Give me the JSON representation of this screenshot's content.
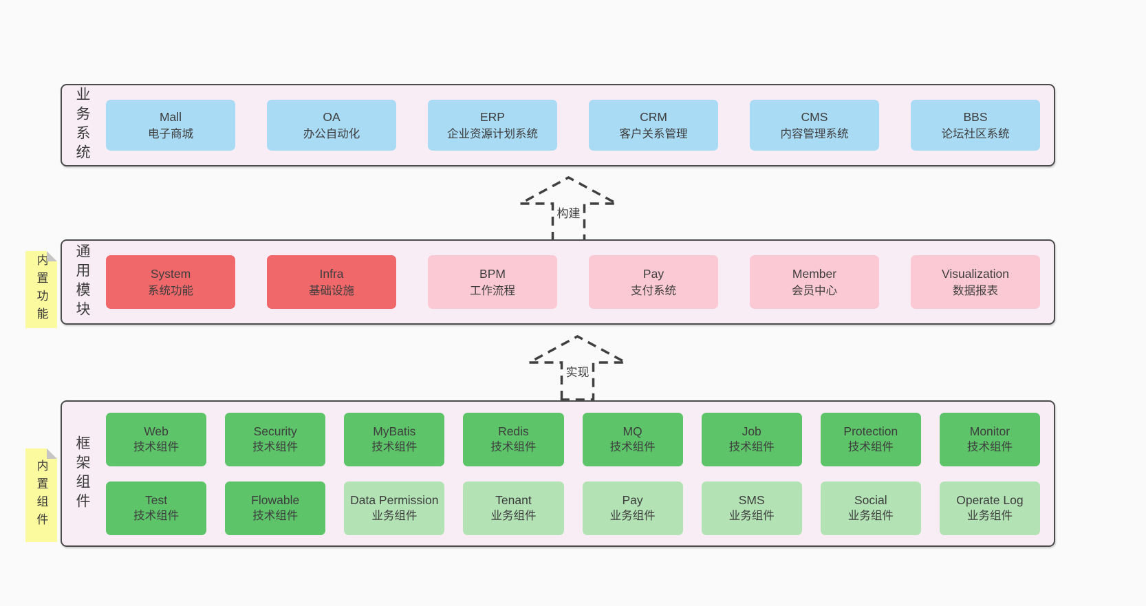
{
  "business": {
    "label": "业务系统",
    "boxes": [
      {
        "name": "Mall",
        "desc": "电子商城"
      },
      {
        "name": "OA",
        "desc": "办公自动化"
      },
      {
        "name": "ERP",
        "desc": "企业资源计划系统"
      },
      {
        "name": "CRM",
        "desc": "客户关系管理"
      },
      {
        "name": "CMS",
        "desc": "内容管理系统"
      },
      {
        "name": "BBS",
        "desc": "论坛社区系统"
      }
    ]
  },
  "modules": {
    "label": "通用模块",
    "sticky": "内置功能",
    "boxes": [
      {
        "name": "System",
        "desc": "系统功能"
      },
      {
        "name": "Infra",
        "desc": "基础设施"
      },
      {
        "name": "BPM",
        "desc": "工作流程"
      },
      {
        "name": "Pay",
        "desc": "支付系统"
      },
      {
        "name": "Member",
        "desc": "会员中心"
      },
      {
        "name": "Visualization",
        "desc": "数据报表"
      }
    ]
  },
  "components": {
    "label": "框架组件",
    "sticky": "内置组件",
    "row1": [
      {
        "name": "Web",
        "desc": "技术组件"
      },
      {
        "name": "Security",
        "desc": "技术组件"
      },
      {
        "name": "MyBatis",
        "desc": "技术组件"
      },
      {
        "name": "Redis",
        "desc": "技术组件"
      },
      {
        "name": "MQ",
        "desc": "技术组件"
      },
      {
        "name": "Job",
        "desc": "技术组件"
      },
      {
        "name": "Protection",
        "desc": "技术组件"
      },
      {
        "name": "Monitor",
        "desc": "技术组件"
      }
    ],
    "row2": [
      {
        "name": "Test",
        "desc": "技术组件"
      },
      {
        "name": "Flowable",
        "desc": "技术组件"
      },
      {
        "name": "Data Permission",
        "desc": "业务组件"
      },
      {
        "name": "Tenant",
        "desc": "业务组件"
      },
      {
        "name": "Pay",
        "desc": "业务组件"
      },
      {
        "name": "SMS",
        "desc": "业务组件"
      },
      {
        "name": "Social",
        "desc": "业务组件"
      },
      {
        "name": "Operate Log",
        "desc": "业务组件"
      }
    ]
  },
  "arrows": {
    "build": "构建",
    "implement": "实现"
  },
  "colors": {
    "canvas_bg": "#fafafa",
    "container_bg": "#f8edf5",
    "container_border": "#4b4b4b",
    "blue_box": "#a9dbf5",
    "red_box": "#f1686a",
    "pink_box": "#fbc9d4",
    "green_box": "#5ec46a",
    "light_green_box": "#b3e3b5",
    "sticky_yellow": "#fbfa9e",
    "sticky_fold": "#c5c5c5",
    "text": "#3d3d3d"
  }
}
